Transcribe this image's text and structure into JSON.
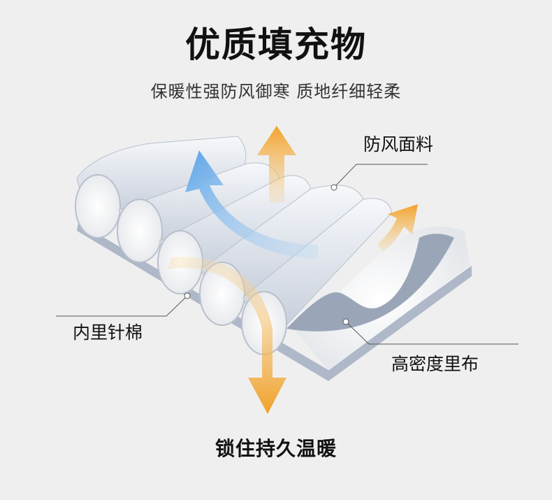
{
  "title": "优质填充物",
  "subtitle": "保暖性强防风御寒 质地纤细轻柔",
  "labels": {
    "windproof_fabric": "防风面料",
    "inner_cotton": "内里针棉",
    "lining_fabric": "高密度里布"
  },
  "footer": "锁住持久温暖",
  "colors": {
    "background": "#efefef",
    "shell": "#dfe4ec",
    "arrow_blue": "#6fb0ea",
    "arrow_orange": "#f3a93b"
  }
}
